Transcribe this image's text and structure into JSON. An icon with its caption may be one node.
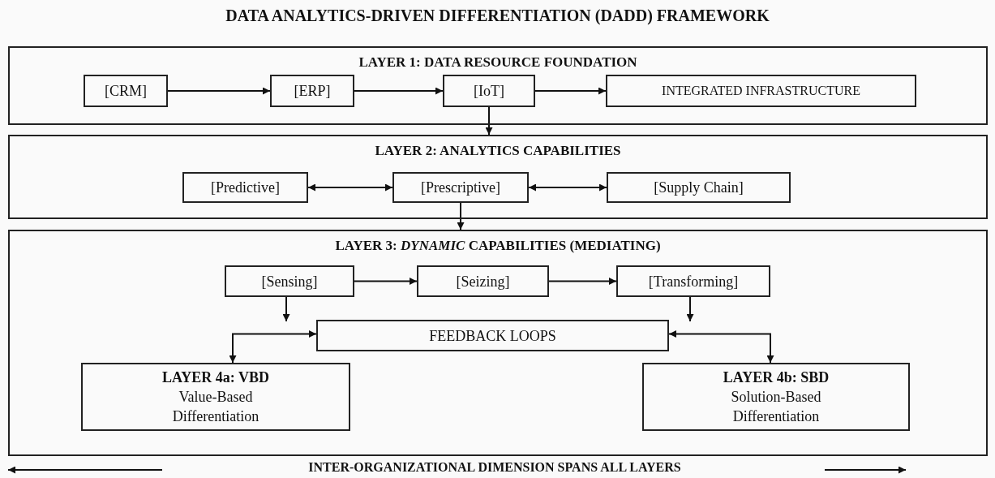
{
  "diagram": {
    "title": "DATA ANALYTICS-DRIVEN DIFFERENTIATION (DADD) FRAMEWORK",
    "nodes": [
      {
        "text": [
          "LAYER 1: DATA RESOURCE FOUNDATION"
        ]
      },
      {
        "text": [
          "[CRM]"
        ],
        "in": 0
      },
      {
        "text": [
          "[ERP]"
        ],
        "in": 0
      },
      {
        "text": [
          "[IoT]"
        ],
        "in": 0
      },
      {
        "text": [
          "INTEGRATED INFRASTRUCTURE"
        ],
        "in": 0
      },
      {
        "text": [
          "LAYER 2: ANALYTICS CAPABILITIES"
        ]
      },
      {
        "text": [
          "[Predictive]"
        ],
        "in": 5
      },
      {
        "text": [
          "[Prescriptive]"
        ],
        "in": 5
      },
      {
        "text": [
          "[Supply Chain]"
        ],
        "in": 5
      },
      {
        "text": [
          "LAYER 3: *DYNAMIC* CAPABILITIES (MEDIATING)"
        ]
      },
      {
        "text": [
          "[Sensing]"
        ],
        "in": 9
      },
      {
        "text": [
          "[Seizing]"
        ],
        "in": 9
      },
      {
        "text": [
          "[Transforming]"
        ],
        "in": 9
      },
      {
        "text": [
          "FEEDBACK LOOPS"
        ],
        "in": 9
      },
      {
        "text": [
          "LAYER 4a: VBD",
          "Value-Based Differentiation"
        ],
        "in": 9
      },
      {
        "text": [
          "LAYER 4b: SBD",
          "Solution-Based Differentiation"
        ],
        "in": 9
      }
    ],
    "edges": [
      {
        "from": 1,
        "to": 2,
        "arrow": "to"
      },
      {
        "from": 2,
        "to": 3,
        "arrow": "to"
      },
      {
        "from": 3,
        "to": 4,
        "arrow": "to"
      },
      {
        "from": 3,
        "to": 5,
        "arrow": "to"
      },
      {
        "from": 6,
        "to": 7,
        "arrow": "both"
      },
      {
        "from": 7,
        "to": 8,
        "arrow": "both"
      },
      {
        "from": 7,
        "to": 9,
        "arrow": "to"
      },
      {
        "from": 10,
        "to": 11,
        "arrow": "to"
      },
      {
        "from": 11,
        "to": 12,
        "arrow": "to"
      },
      {
        "from": 10,
        "to": null,
        "arrow": "to"
      },
      {
        "from": 12,
        "to": null,
        "arrow": "to"
      },
      {
        "from": 14,
        "to": 13,
        "arrow": "both"
      },
      {
        "from": 15,
        "to": 13,
        "arrow": "both"
      }
    ],
    "labels": [
      "INTER-ORGANIZATIONAL DIMENSION SPANS ALL LAYERS"
    ]
  }
}
